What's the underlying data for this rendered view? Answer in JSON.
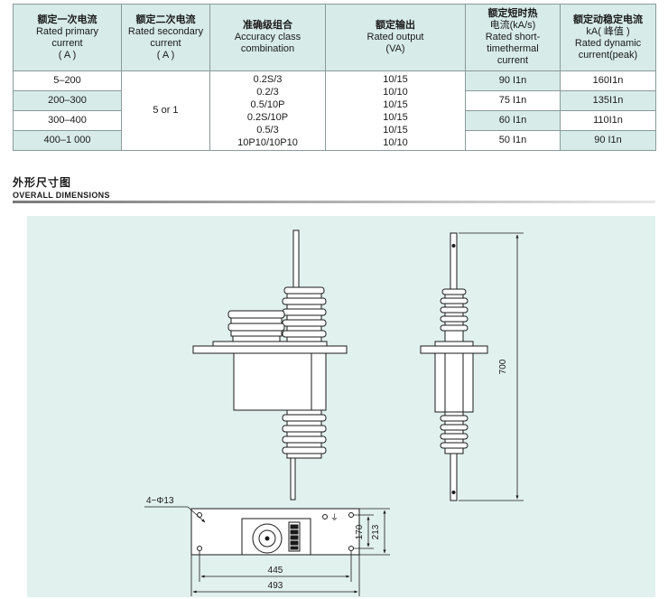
{
  "table": {
    "headers": [
      {
        "cn": "额定一次电流",
        "en": [
          "Rated primary",
          "current",
          "( A )"
        ]
      },
      {
        "cn": "额定二次电流",
        "en": [
          "Rated secondary",
          "current",
          "( A )"
        ]
      },
      {
        "cn": "准确级组合",
        "en": [
          "Accuracy class",
          "combination"
        ]
      },
      {
        "cn": "额定输出",
        "en": [
          "Rated output",
          "(VA)"
        ]
      },
      {
        "cn": "额定短时热",
        "en": [
          "电流(kA/s)",
          "Rated short-",
          "timethermal",
          "current"
        ]
      },
      {
        "cn": "额定动稳定电流",
        "en": [
          "kA( 峰值 )",
          "Rated dynamic",
          "current(peak)"
        ]
      }
    ],
    "primary_current": [
      "5–200",
      "200–300",
      "300–400",
      "400–1 000"
    ],
    "secondary_current": "5 or 1",
    "accuracy_class": [
      "0.2S/3",
      "0.2/3",
      "0.5/10P",
      "0.2S/10P",
      "0.5/3",
      "10P10/10P10"
    ],
    "rated_output": [
      "10/15",
      "10/10",
      "10/15",
      "10/15",
      "10/15",
      "10/10"
    ],
    "short_time_thermal": [
      "90 I1n",
      "75 I1n",
      "60 I1n",
      "50 I1n"
    ],
    "dynamic_current": [
      "160I1n",
      "135I1n",
      "110I1n",
      "90 I1n"
    ]
  },
  "section": {
    "title_cn": "外形尺寸图",
    "title_en": "OVERALL DIMENSIONS"
  },
  "drawing": {
    "dim_height": "700",
    "dim_hole": "4−Φ13",
    "dim_170": "170",
    "dim_213": "213",
    "dim_445": "445",
    "dim_493": "493"
  },
  "colors": {
    "header_bg": "#d7ebe8",
    "drawing_bg": "#e1f1ee",
    "line": "#1a1a1a"
  }
}
